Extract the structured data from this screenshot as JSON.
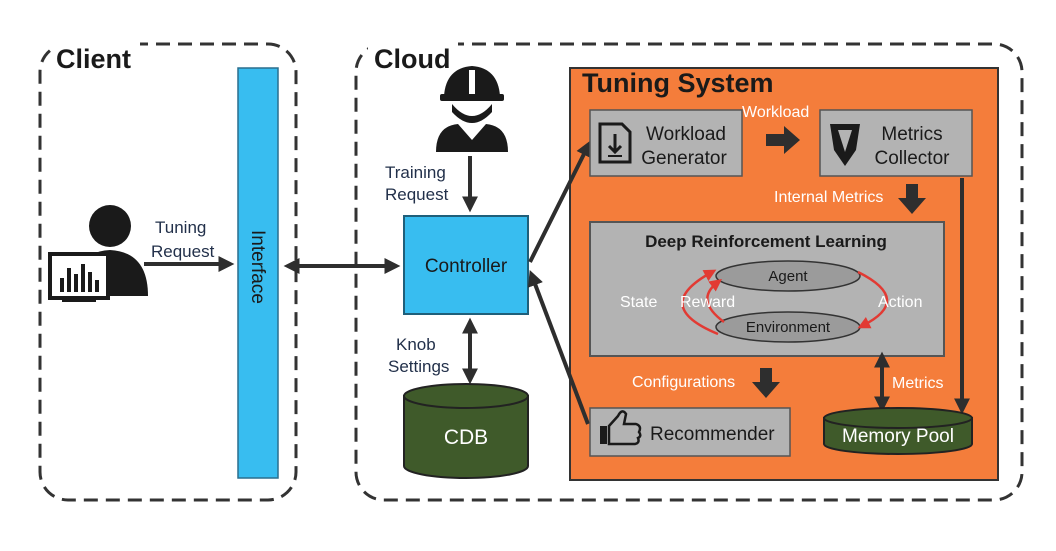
{
  "colors": {
    "orange": "#f47d3b",
    "cyan": "#38bdf0",
    "gray": "#b3b3b3",
    "green": "#3f5a2a",
    "red": "#e23a33",
    "dark": "#2e2e2e"
  },
  "client": {
    "title": "Client",
    "tuning_request": [
      "Tuning",
      "Request"
    ],
    "interface": "Interface"
  },
  "cloud": {
    "title": "Cloud",
    "training_request": [
      "Training",
      "Request"
    ],
    "controller": "Controller",
    "knob_settings": [
      "Knob",
      "Settings"
    ],
    "cdb": "CDB"
  },
  "tuning_system": {
    "title": "Tuning System",
    "workload_generator": [
      "Workload",
      "Generator"
    ],
    "workload_arrow": "Workload",
    "metrics_collector": [
      "Metrics",
      "Collector"
    ],
    "internal_metrics": "Internal Metrics",
    "drl": {
      "title": "Deep Reinforcement Learning",
      "agent": "Agent",
      "environment": "Environment",
      "state": "State",
      "reward": "Reward",
      "action": "Action"
    },
    "configurations": "Configurations",
    "metrics": "Metrics",
    "recommender": "Recommender",
    "memory_pool": "Memory Pool"
  }
}
